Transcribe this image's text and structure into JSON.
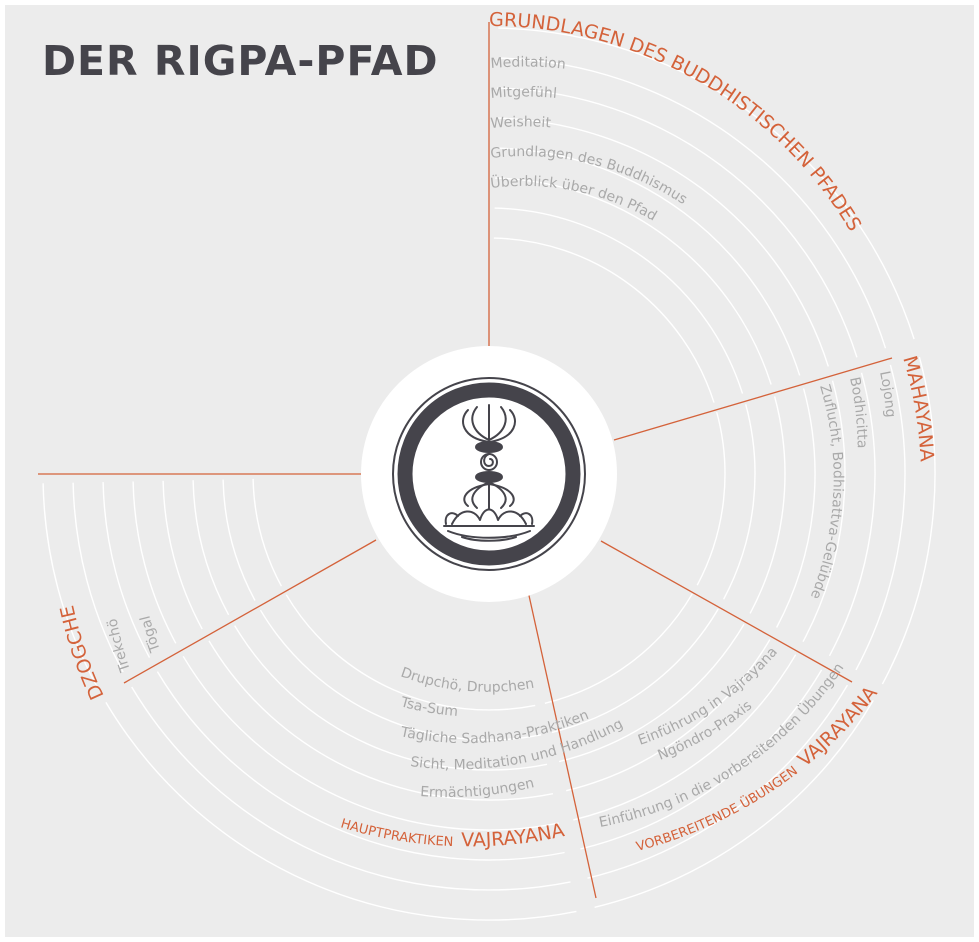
{
  "title": "DER RIGPA-PFAD",
  "colors": {
    "background": "#ececec",
    "accent": "#d4623a",
    "rings": "#ffffff",
    "item_text": "#a9a9a9",
    "title_text": "#45444b",
    "emblem_ring": "#45444b"
  },
  "sections": [
    {
      "id": "grundlagen",
      "title": "GRUNDLAGEN DES BUDDHISTISCHEN PFADES",
      "subtitle": "",
      "items": [
        "Meditation",
        "Mitgefühl",
        "Weisheit",
        "Grundlagen des Buddhismus",
        "Überblick über den Pfad"
      ]
    },
    {
      "id": "mahayana",
      "title": "MAHAYANA",
      "subtitle": "",
      "items": [
        "Lojong",
        "Bodhicitta",
        "Zuflucht, Bodhisattva-Gelübde"
      ]
    },
    {
      "id": "vajrayana-vorbereitend",
      "title": "VAJRAYANA",
      "subtitle": "VORBEREITENDE ÜBUNGEN",
      "items": [
        "Einführung in die vorbereitenden Übungen",
        "Ngöndro-Praxis",
        "Einführung in Vajrayana"
      ]
    },
    {
      "id": "vajrayana-haupt",
      "title": "VAJRAYANA",
      "subtitle": "HAUPTPRAKTIKEN",
      "items": [
        "Ermächtigungen",
        "Sicht, Meditation und Handlung",
        "Tägliche Sadhana-Praktiken",
        "Tsa-Sum",
        "Drupchö, Drupchen"
      ]
    },
    {
      "id": "dzogchen",
      "title": "DZOGCHEN",
      "subtitle": "",
      "items": [
        "Trekchö",
        "Tögal"
      ]
    }
  ],
  "emblem": {
    "icon": "vajra-on-lotus-icon"
  }
}
